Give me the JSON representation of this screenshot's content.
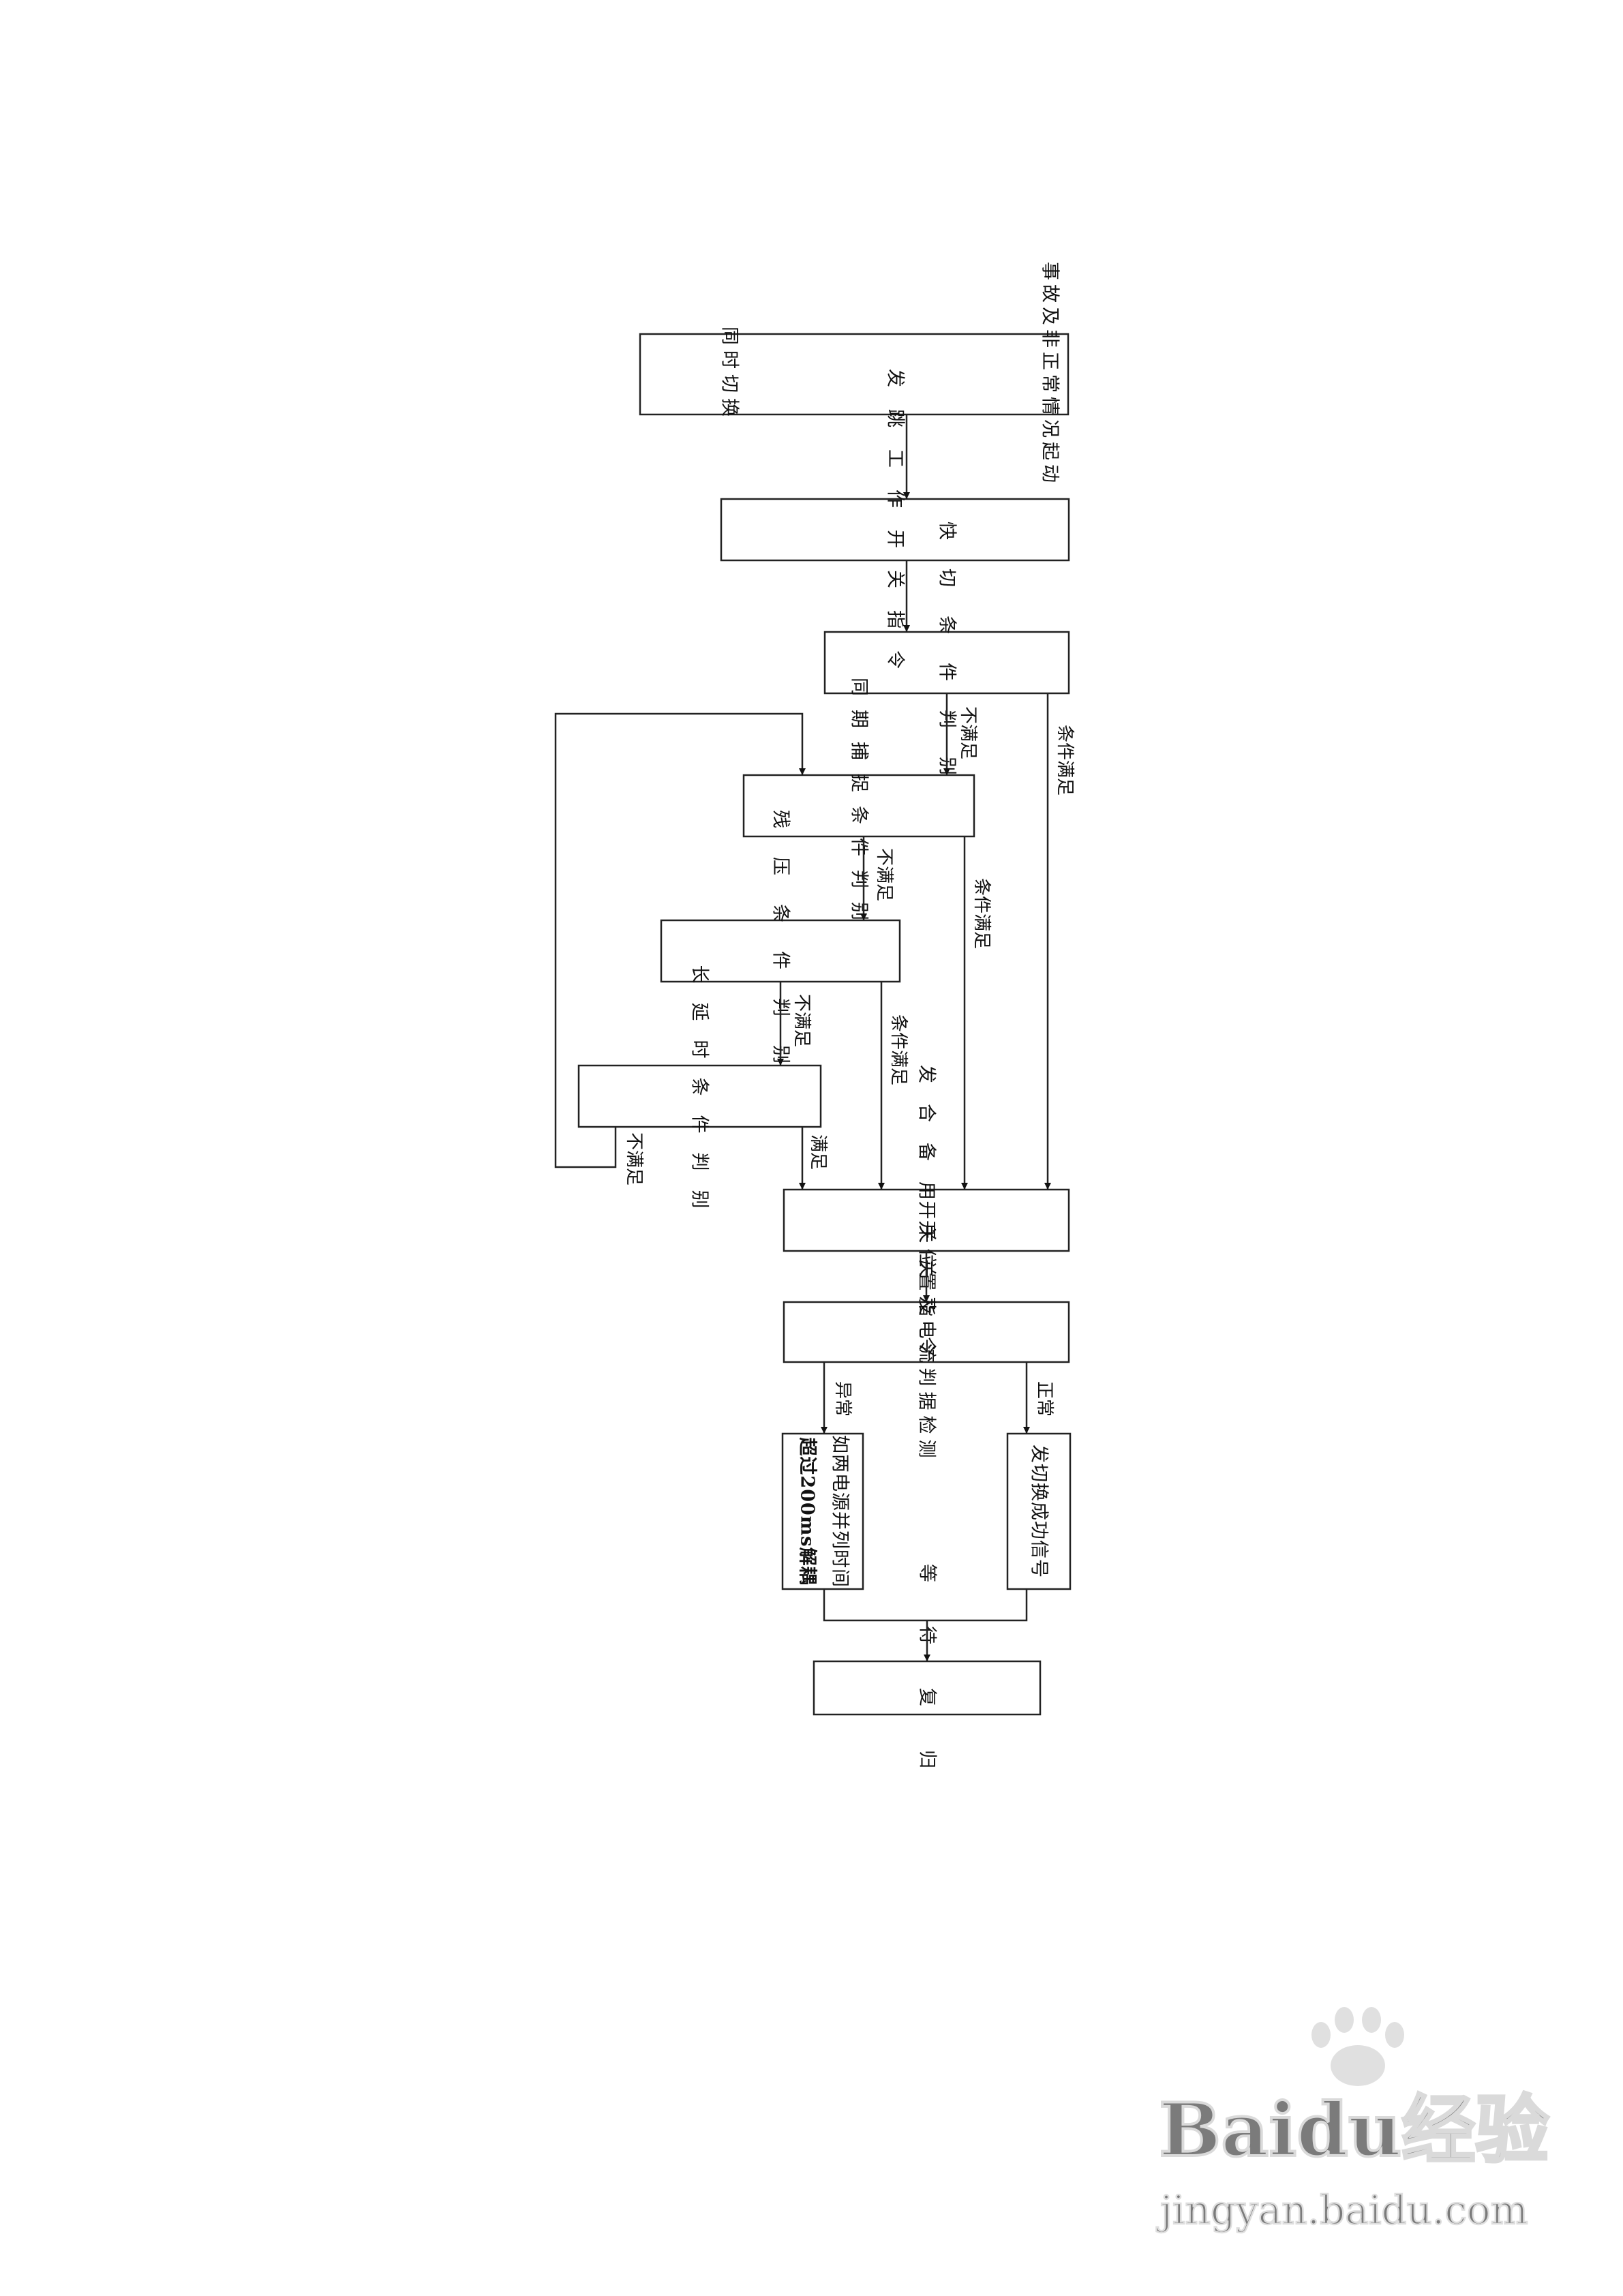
{
  "boxes": {
    "b1": [
      "事故及非正常情况起动",
      "同时切换"
    ],
    "b2": [
      "发跳工作开关指令"
    ],
    "b3": [
      "快切条件判别"
    ],
    "b4": [
      "同期捕捉条件判别"
    ],
    "b5": [
      "残压条件判别"
    ],
    "b6": [
      "长延时条件判别"
    ],
    "b7": [
      "发合备用开关指令"
    ],
    "b8": [
      "开关位置及电流判据检测"
    ],
    "b9": [
      "发切换成功信号"
    ],
    "b10": [
      "如两电源并列时间",
      "超过200ms解耦"
    ],
    "b11": [
      "等待复归"
    ]
  },
  "labels": {
    "not_met_1": "不满足",
    "met_1": "条件满足",
    "not_met_2": "不满足",
    "met_2": "条件满足",
    "not_met_3": "不满足",
    "met_3": "条件满足",
    "met_4": "满足",
    "not_met_4": "不满足",
    "normal": "正常",
    "abnormal": "异常"
  },
  "watermark": {
    "brand": "Baidu经验",
    "url": "jingyan.baidu.com"
  }
}
